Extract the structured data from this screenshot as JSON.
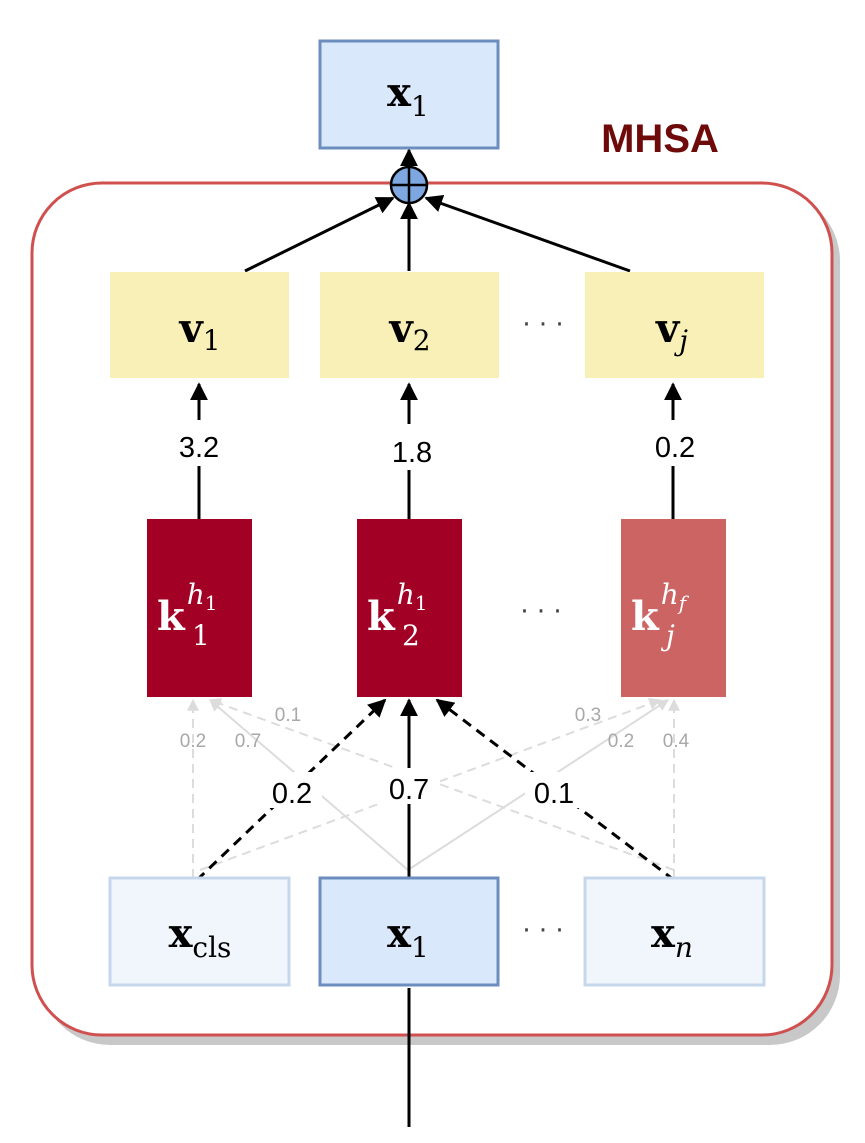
{
  "colors": {
    "container_border": "#d05050",
    "mhsa_title": "#6e0a0a",
    "x_box_fill": "#dae8fc",
    "x_box_border": "#6c8ebf",
    "x_faint_fill": "#f1f6fd",
    "x_faint_border": "#c6d7ec",
    "v_fill": "#f8f0b6",
    "k_fill": "#a20025",
    "k_faint_fill": "#cd6464",
    "plus_fill": "#7ea6e0"
  },
  "module_title": "MHSA",
  "output": {
    "base": "x",
    "sub": "1"
  },
  "values": [
    {
      "base": "v",
      "sub": "1"
    },
    {
      "base": "v",
      "sub": "2"
    },
    {
      "base": "v",
      "sub": "j"
    }
  ],
  "keys": [
    {
      "base": "k",
      "sub": "1",
      "sup": "h",
      "sup_sub": "1"
    },
    {
      "base": "k",
      "sub": "2",
      "sup": "h",
      "sup_sub": "1"
    },
    {
      "base": "k",
      "sub": "j",
      "sup": "h",
      "sup_sub": "f"
    }
  ],
  "inputs": [
    {
      "base": "x",
      "sub": "cls"
    },
    {
      "base": "x",
      "sub": "1"
    },
    {
      "base": "x",
      "sub": "n"
    }
  ],
  "value_weights": [
    "3.2",
    "1.8",
    "0.2"
  ],
  "attention_weights": {
    "primary": [
      "0.2",
      "0.7",
      "0.1"
    ],
    "faint": [
      "0.2",
      "0.7",
      "0.1",
      "0.3",
      "0.2",
      "0.4"
    ]
  },
  "ellipsis": "· · ·"
}
